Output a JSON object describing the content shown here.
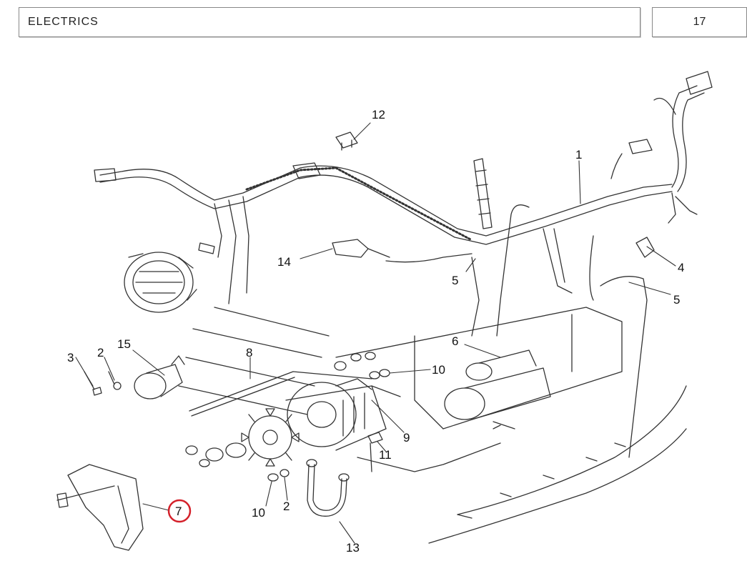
{
  "header": {
    "title": "ELECTRICS",
    "page": "17"
  },
  "callouts": [
    {
      "id": "c12",
      "label": "12"
    },
    {
      "id": "c1",
      "label": "1"
    },
    {
      "id": "c14",
      "label": "14"
    },
    {
      "id": "c5a",
      "label": "5"
    },
    {
      "id": "c4",
      "label": "4"
    },
    {
      "id": "c5b",
      "label": "5"
    },
    {
      "id": "c3",
      "label": "3"
    },
    {
      "id": "c2a",
      "label": "2"
    },
    {
      "id": "c15",
      "label": "15"
    },
    {
      "id": "c8",
      "label": "8"
    },
    {
      "id": "c6",
      "label": "6"
    },
    {
      "id": "c10a",
      "label": "10"
    },
    {
      "id": "c9",
      "label": "9"
    },
    {
      "id": "c11",
      "label": "11"
    },
    {
      "id": "c7",
      "label": "7"
    },
    {
      "id": "c10b",
      "label": "10"
    },
    {
      "id": "c2b",
      "label": "2"
    },
    {
      "id": "c13",
      "label": "13"
    }
  ],
  "highlight": {
    "label": "7",
    "color": "#d4202a"
  }
}
